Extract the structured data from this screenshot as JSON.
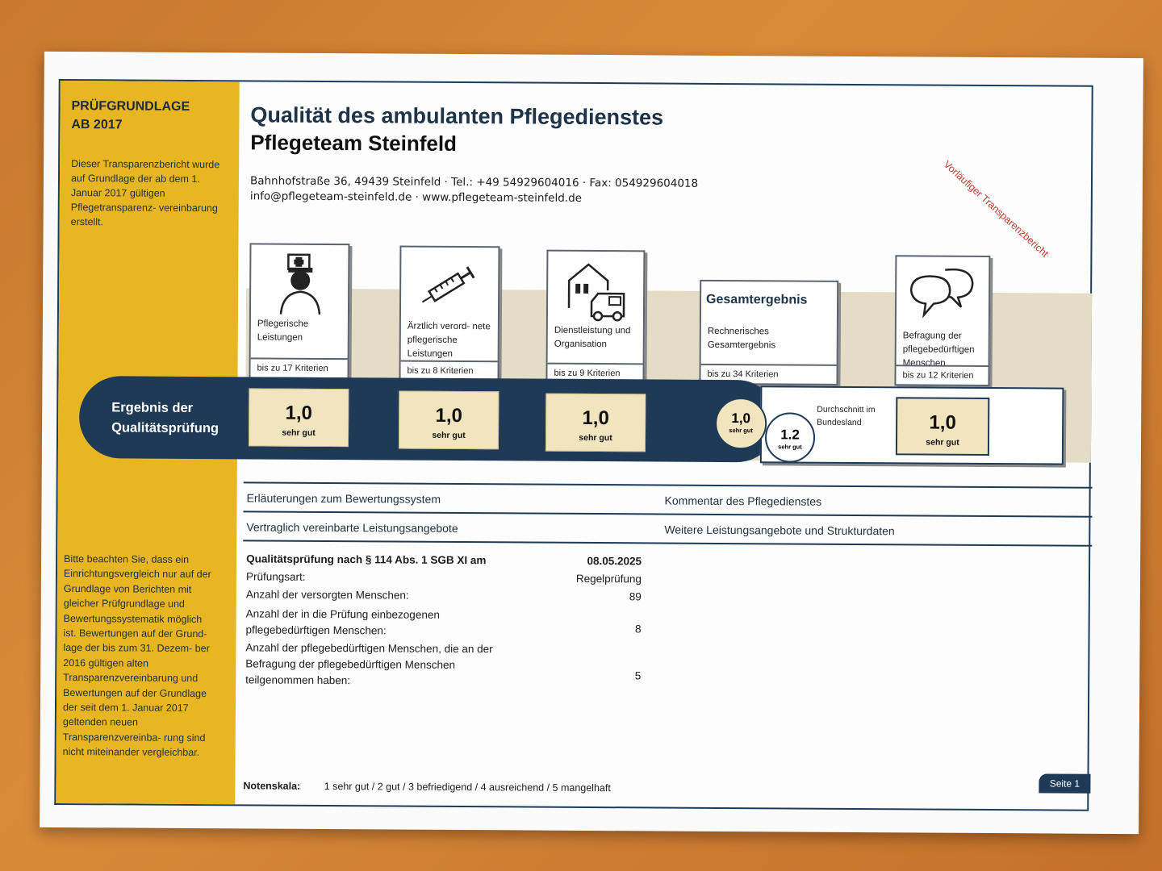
{
  "sidebar": {
    "heading_line1": "PRÜFGRUNDLAGE",
    "heading_line2": "AB 2017",
    "intro": "Dieser Transparenzbericht wurde auf Grundlage der ab dem 1. Januar 2017 gültigen Pflegetransparenz- vereinbarung erstellt.",
    "note": "Bitte beachten Sie, dass ein Einrichtungsvergleich nur auf der Grundlage von Berichten mit gleicher Prüfgrundlage und Bewertungssystematik möglich ist. Bewertungen auf der Grund- lage der bis zum 31. Dezem- ber 2016 gültigen alten Transparenzvereinbarung und Bewertungen auf der Grundlage der seit dem 1. Januar 2017 geltenden neuen Transparenzvereinba- rung sind nicht miteinander vergleichbar."
  },
  "header": {
    "title": "Qualität des ambulanten Pflegedienstes",
    "subtitle": "Pflegeteam Steinfeld",
    "address": "Bahnhofstraße 36, 49439 Steinfeld · Tel.: +49 54929604016 · Fax: 054929604018",
    "contact": "info@pflegeteam-steinfeld.de · www.pflegeteam-steinfeld.de",
    "stamp": "Vorläufiger Transparenzbericht"
  },
  "result_band_label": "Ergebnis der Qualitätsprüfung",
  "categories": [
    {
      "label": "Pflegerische Leistungen",
      "criteria": "bis zu 17 Kriterien",
      "grade": "1,0",
      "grade_word": "sehr gut",
      "icon": "nurse-icon"
    },
    {
      "label": "Ärztlich verord- nete pflegerische Leistungen",
      "criteria": "bis zu 8 Kriterien",
      "grade": "1,0",
      "grade_word": "sehr gut",
      "icon": "syringe-icon"
    },
    {
      "label": "Dienstleistung und Organisation",
      "criteria": "bis zu 9 Kriterien",
      "grade": "1,0",
      "grade_word": "sehr gut",
      "icon": "house-car-icon"
    },
    {
      "title": "Gesamtergebnis",
      "label": "Rechnerisches Gesamtergebnis",
      "criteria": "bis zu 34 Kriterien",
      "grade": "1,0",
      "grade_word": "sehr gut",
      "federal_label": "Durchschnitt im Bundesland",
      "federal_grade": "1.2",
      "federal_word": "sehr gut"
    },
    {
      "label": "Befragung der pflegebedürftigen Menschen",
      "criteria": "bis zu 12 Kriterien",
      "grade": "1,0",
      "grade_word": "sehr gut",
      "icon": "speech-bubbles-icon"
    }
  ],
  "nav_rows": [
    {
      "left": "Erläuterungen zum Bewertungssystem",
      "right": "Kommentar des Pflegedienstes"
    },
    {
      "left": "Vertraglich vereinbarte Leistungsangebote",
      "right": "Weitere Leistungsangebote und Strukturdaten"
    }
  ],
  "facts": {
    "exam_label": "Qualitätsprüfung nach § 114 Abs. 1 SGB XI am",
    "exam_date": "08.05.2025",
    "type_label": "Prüfungsart:",
    "type_value": "Regelprüfung",
    "cared_label": "Anzahl der versorgten Menschen:",
    "cared_value": "89",
    "included_label": "Anzahl der in die Prüfung einbezogenen pflegebedürftigen Menschen:",
    "included_value": "8",
    "survey_label": "Anzahl der pflegebedürftigen Menschen, die an der Befragung der pflegebedürftigen Menschen teilgenommen haben:",
    "survey_value": "5"
  },
  "footer": {
    "scale_label": "Notenskala:",
    "scale_text": "1 sehr gut / 2 gut / 3 befriedigend / 4 ausreichend / 5 mangelhaft",
    "page": "Seite 1"
  },
  "colors": {
    "navy": "#1f3a56",
    "yellow": "#e9b623",
    "beige": "#e4dcc4",
    "stamp_red": "#c23a2c"
  }
}
